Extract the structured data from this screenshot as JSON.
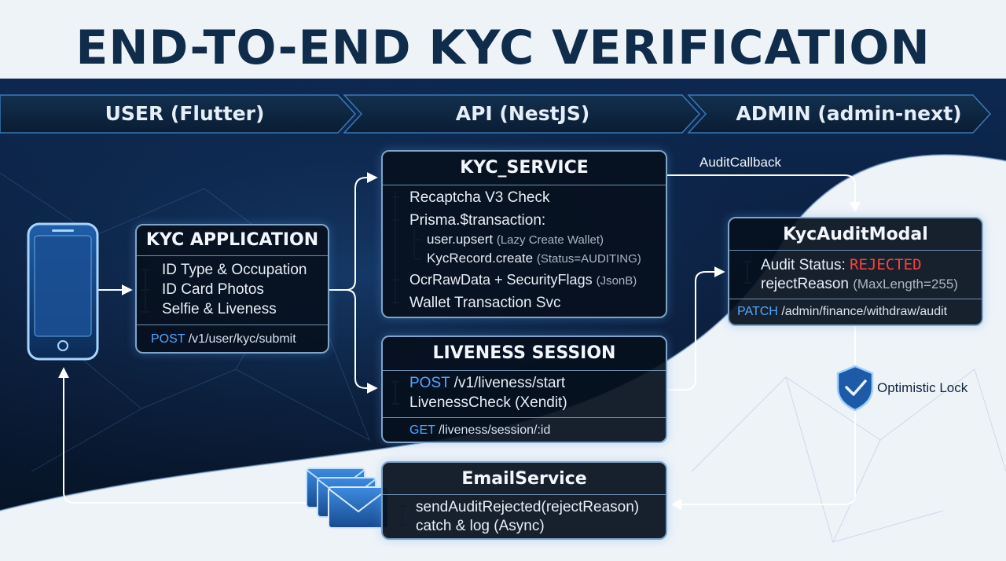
{
  "title": "END-TO-END KYC VERIFICATION",
  "lanes": [
    "USER (Flutter)",
    "API (NestJS)",
    "ADMIN (admin-next)"
  ],
  "kyc_application": {
    "title": "KYC APPLICATION",
    "items": [
      "ID Type & Occupation",
      "ID Card Photos",
      "Selfie & Liveness"
    ],
    "endpoint_method": "POST",
    "endpoint_path": "/v1/user/kyc/submit"
  },
  "kyc_service": {
    "title": "KYC_SERVICE",
    "recaptcha": "Recaptcha V3 Check",
    "transaction": "Prisma.$transaction:",
    "upsert": "user.upsert",
    "upsert_note": "(Lazy Create Wallet)",
    "create": "KycRecord.create",
    "create_note": "(Status=AUDITING)",
    "ocr": "OcrRawData + SecurityFlags",
    "ocr_note": "(JsonB)",
    "wallet": "Wallet Transaction Svc"
  },
  "liveness_session": {
    "title": "LIVENESS SESSION",
    "start_method": "POST",
    "start_path": "/v1/liveness/start",
    "check": "LivenessCheck (Xendit)",
    "get_method": "GET",
    "get_path": "/liveness/session/:id"
  },
  "kyc_audit_modal": {
    "title": "KycAuditModal",
    "status_label": "Audit Status:",
    "status_value": "REJECTED",
    "reason_label": "rejectReason",
    "reason_note": "(MaxLength=255)",
    "patch_method": "PATCH",
    "patch_path": "/admin/finance/withdraw/audit"
  },
  "email_service": {
    "title": "EmailService",
    "send": "sendAuditRejected(rejectReason)",
    "log": "catch & log (Async)"
  },
  "labels": {
    "audit_callback": "AuditCallback",
    "optimistic_lock": "Optimistic Lock"
  },
  "icons": {
    "phone": "smartphone-icon",
    "email": "envelope-stack-icon",
    "shield": "shield-check-icon"
  },
  "colors": {
    "accent_blue": "#4fa6ff",
    "rejected_red": "#ff4040",
    "title": "#0f2c4a"
  }
}
